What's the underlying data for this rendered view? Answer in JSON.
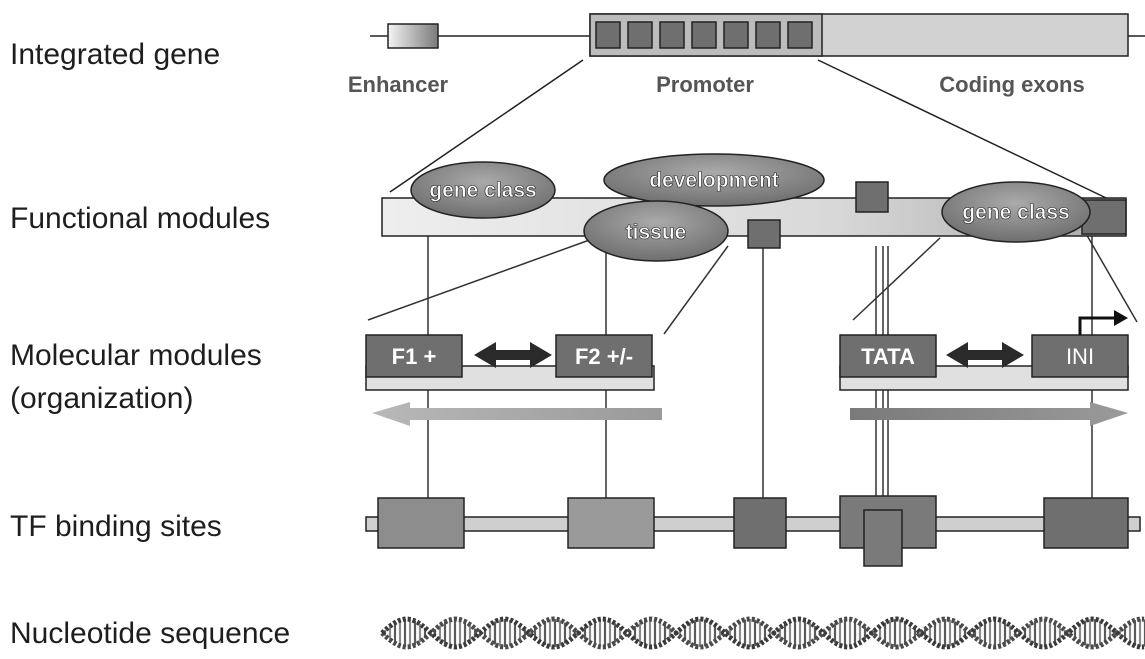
{
  "rows": {
    "integrated_gene": "Integrated gene",
    "functional_modules": "Functional modules",
    "molecular_modules_line1": "Molecular modules",
    "molecular_modules_line2": "(organization)",
    "tf_binding_sites": "TF binding sites",
    "nucleotide_sequence": "Nucleotide sequence"
  },
  "gene_parts": {
    "enhancer": "Enhancer",
    "promoter": "Promoter",
    "coding_exons": "Coding exons"
  },
  "functional": {
    "gene_class_left": "gene class",
    "development": "development",
    "tissue": "tissue",
    "gene_class_right": "gene class"
  },
  "molecular": {
    "f1": "F1 +",
    "f2": "F2 +/-",
    "tata": "TATA",
    "ini": "INI"
  },
  "colors": {
    "dark_box": "#6f6f6f",
    "medium_box": "#8d8d8d",
    "light_bar": "#e0e0e0",
    "line": "#333333"
  }
}
